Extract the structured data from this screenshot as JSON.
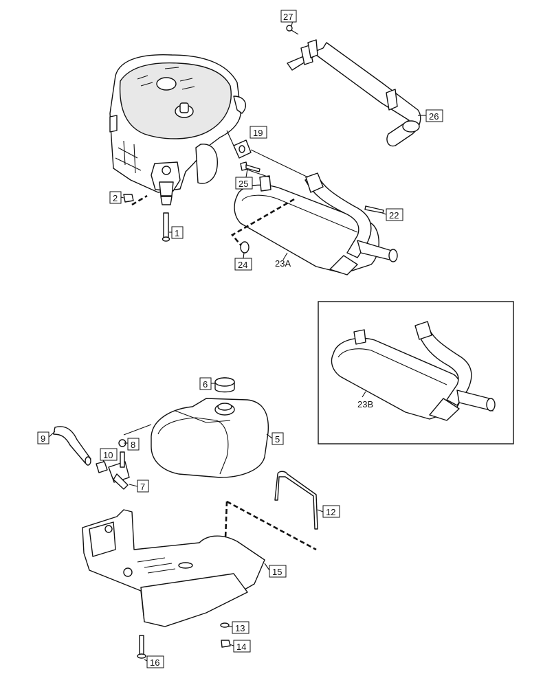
{
  "callouts": {
    "c27": "27",
    "c26": "26",
    "c19": "19",
    "c25": "25",
    "c22": "22",
    "c2": "2",
    "c1": "1",
    "c24": "24",
    "c23a": "23A",
    "c23b": "23B",
    "c6": "6",
    "c5": "5",
    "c9": "9",
    "c8": "8",
    "c10": "10",
    "c7": "7",
    "c12": "12",
    "c15": "15",
    "c13": "13",
    "c14": "14",
    "c16": "16"
  }
}
